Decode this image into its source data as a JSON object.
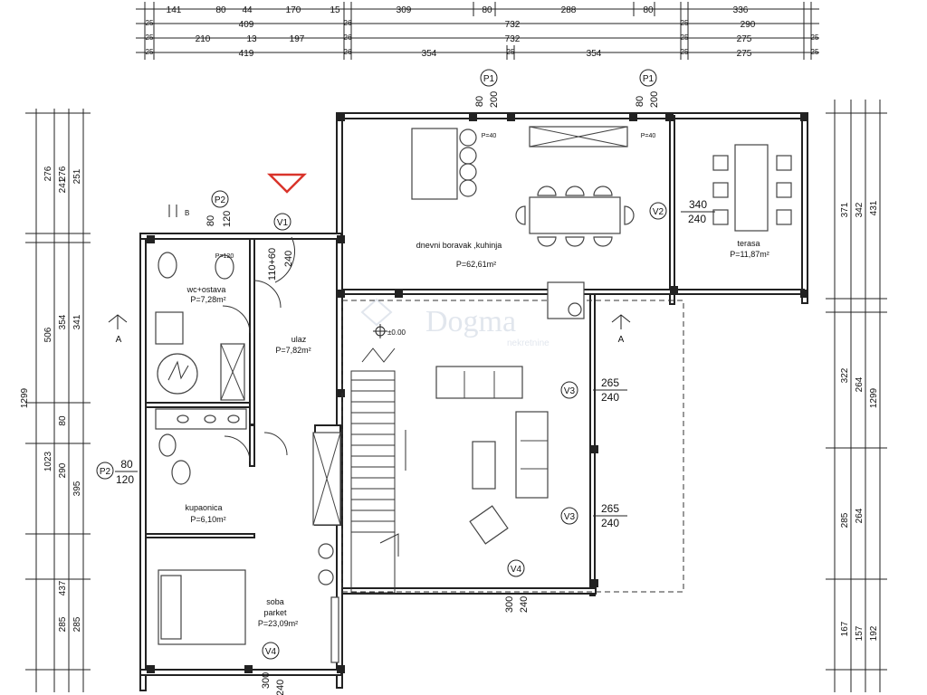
{
  "dimensions_top": {
    "row1": [
      "141",
      "80",
      "44",
      "170",
      "15",
      "309",
      "80",
      "288",
      "80",
      "336"
    ],
    "row2": [
      "25",
      "409",
      "26",
      "732",
      "25",
      "290"
    ],
    "row3": [
      "25",
      "210",
      "13",
      "197",
      "26",
      "732",
      "25",
      "275",
      "25"
    ],
    "row4": [
      "25",
      "419",
      "26",
      "354",
      "25",
      "354",
      "25",
      "275",
      "25"
    ]
  },
  "dimensions_left": {
    "col1": [
      "1299"
    ],
    "col2": [
      "276",
      "506",
      "1023"
    ],
    "col3": [
      "276",
      "241",
      "354",
      "80",
      "290",
      "437",
      "285"
    ],
    "col4": [
      "251",
      "341",
      "395",
      "285"
    ]
  },
  "dimensions_right": {
    "col1": [
      "1299"
    ],
    "col2": [
      "371",
      "342",
      "322",
      "264",
      "285",
      "264",
      "167",
      "157"
    ],
    "col3": [
      "431",
      "192"
    ]
  },
  "rooms": [
    {
      "name": "wc+ostava",
      "area": "P=7,28m²"
    },
    {
      "name": "ulaz",
      "area": "P=7,82m²"
    },
    {
      "name": "dnevni boravak ,kuhinja",
      "area": "P=62,61m²"
    },
    {
      "name": "terasa",
      "area": "P=11,87m²"
    },
    {
      "name": "kupaonica",
      "area": "P=6,10m²"
    },
    {
      "name": "soba",
      "sub": "parket",
      "area": "P=23,09m²"
    }
  ],
  "openings": {
    "p1": {
      "tag": "P1",
      "w": "80",
      "h": "200",
      "sill": "P=40"
    },
    "p2": {
      "tag": "P2",
      "w": "80",
      "h": "120",
      "sill": "P=120"
    },
    "v1": {
      "tag": "V1",
      "w": "110+60",
      "h": "240"
    },
    "v2": {
      "tag": "V2",
      "w": "340",
      "h": "240"
    },
    "v3": {
      "tag": "V3",
      "w": "265",
      "h": "240"
    },
    "v4": {
      "tag": "V4",
      "w": "300",
      "h": "240"
    },
    "v4b": {
      "tag": "V4",
      "w": "300",
      "h": "240"
    }
  },
  "section_marks": {
    "a_left": "A",
    "a_right": "A",
    "b": "B"
  },
  "level": "±0.00",
  "watermark": {
    "brand": "Dogma",
    "sub": "nekretnine"
  }
}
